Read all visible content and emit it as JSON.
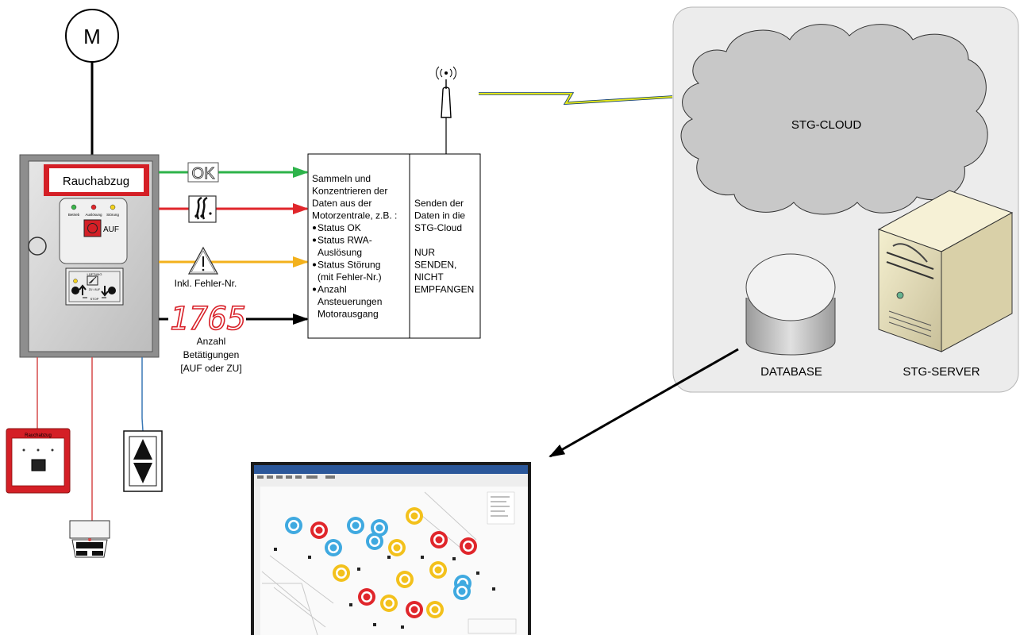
{
  "motor": {
    "label": "M"
  },
  "panel": {
    "title": "Rauchabzug",
    "led_labels": [
      "Betrieb",
      "Auslösung",
      "Störung"
    ],
    "open_button_label": "AUF",
    "switch_labels": {
      "top": "LÜFTUNG",
      "mid": "ZU / AUF",
      "bottom": "STOP"
    }
  },
  "signals": {
    "ok_label": "OK",
    "error_caption": "Inkl. Fehler-Nr.",
    "counter_value": "1765",
    "counter_caption": [
      "Anzahl",
      "Betätigungen",
      "[AUF oder ZU]"
    ]
  },
  "collector": {
    "intro": [
      "Sammeln und",
      "Konzentrieren der",
      "Daten aus der",
      "Motorzentrale, z.B. :"
    ],
    "items": [
      [
        "Status OK"
      ],
      [
        "Status RWA-",
        "Auslösung"
      ],
      [
        "Status Störung",
        "(mit Fehler-Nr.)"
      ],
      [
        "Anzahl",
        "Ansteuerungen",
        "Motorausgang"
      ]
    ],
    "sender_text": [
      "Senden der",
      "Daten in die",
      "STG-Cloud"
    ],
    "sender_note": [
      "NUR",
      "SENDEN,",
      "NICHT",
      "EMPFANGEN"
    ]
  },
  "cloud": {
    "label": "STG-CLOUD",
    "database_label": "DATABASE",
    "server_label": "STG-SERVER"
  },
  "devices": {
    "call_point_label": "Rauchabzug"
  },
  "colors": {
    "ok_line": "#2db34a",
    "alarm_line": "#e0262b",
    "fault_line": "#f3b11c",
    "counter_digits": "#d8222a",
    "panel_red": "#d41f26",
    "wire_red": "#d64a4a",
    "wire_blue": "#3a78b5",
    "lightning": "#e4e61a",
    "cloud_fill": "#c8c8c8",
    "cloud_area": "#ececec"
  }
}
